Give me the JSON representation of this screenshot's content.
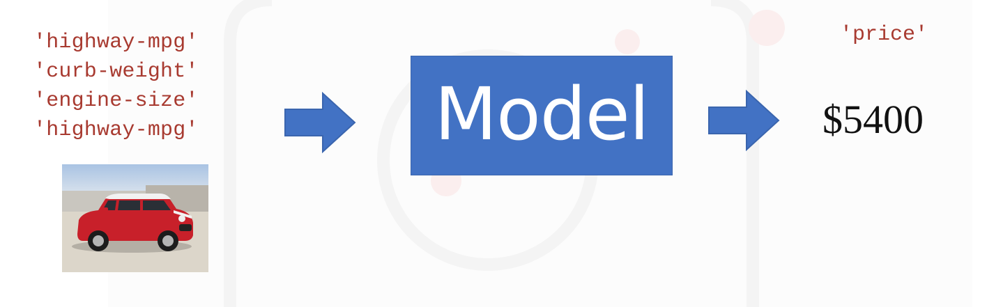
{
  "inputs": {
    "features": [
      "'highway-mpg'",
      "'curb-weight'",
      "'engine-size'",
      "'highway-mpg'"
    ]
  },
  "model": {
    "label": "Model"
  },
  "output": {
    "target_name": "'price'",
    "prediction": "$5400"
  },
  "colors": {
    "feature_text": "#a83a30",
    "model_box": "#4272c4",
    "arrow": "#4272c4",
    "car_body": "#c8202a"
  },
  "icons": {
    "input_arrow": "right-arrow",
    "output_arrow": "right-arrow",
    "car_photo": "red-car-photo"
  }
}
